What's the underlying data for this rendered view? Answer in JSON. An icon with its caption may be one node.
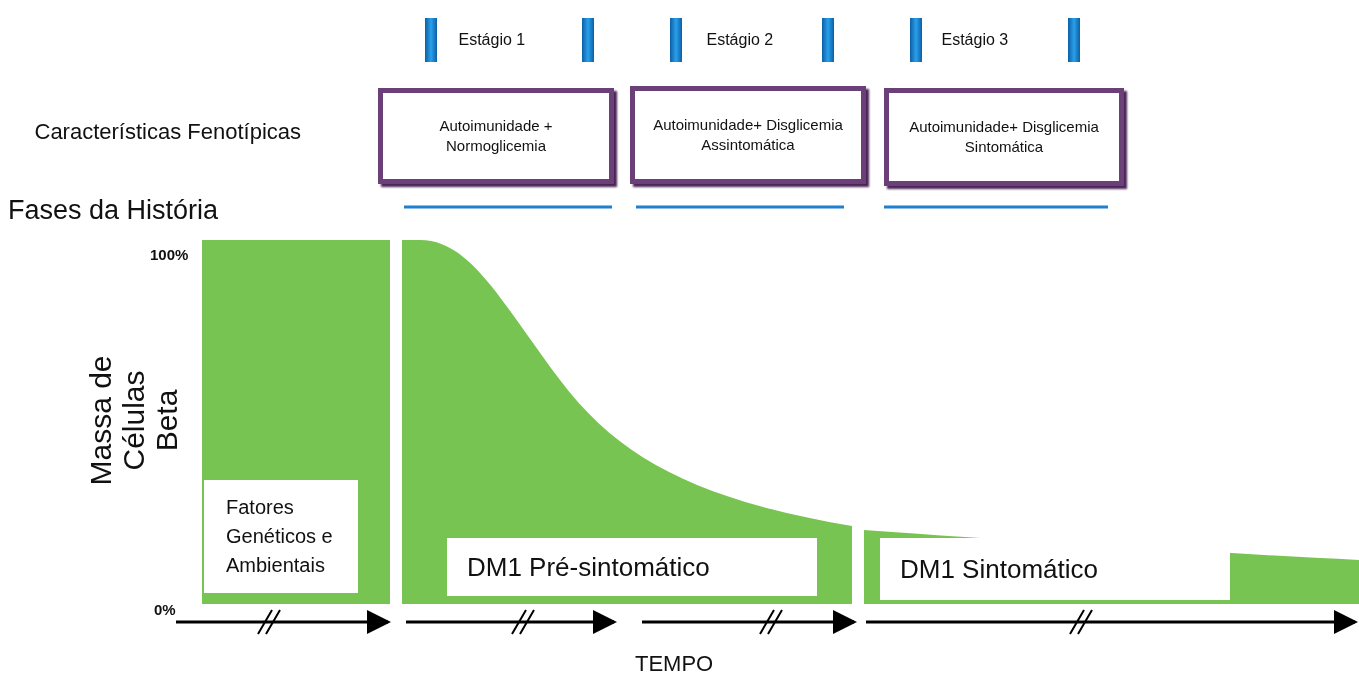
{
  "diagram": {
    "nodes": [
      {
        "text": [
          "Autoimunidade + Normoglicemia"
        ]
      },
      {
        "text": [
          "Autoimunidade+ Disglicemia Assintomática"
        ]
      },
      {
        "text": [
          "Autoimunidade+ Disglicemia Sintomática"
        ]
      },
      {
        "text": [
          "Fatores Genéticos e Ambientais"
        ]
      },
      {
        "text": [
          "DM1 Pré-sintomático"
        ]
      },
      {
        "text": [
          "DM1 Sintomático"
        ]
      }
    ],
    "edges": [],
    "labels": [
      "Estágio 1",
      "Estágio 2",
      "Estágio 3",
      "Características Fenotípicas",
      "Fases da História",
      "100%",
      "Massa de Células Beta",
      "0%",
      "TEMPO"
    ]
  }
}
